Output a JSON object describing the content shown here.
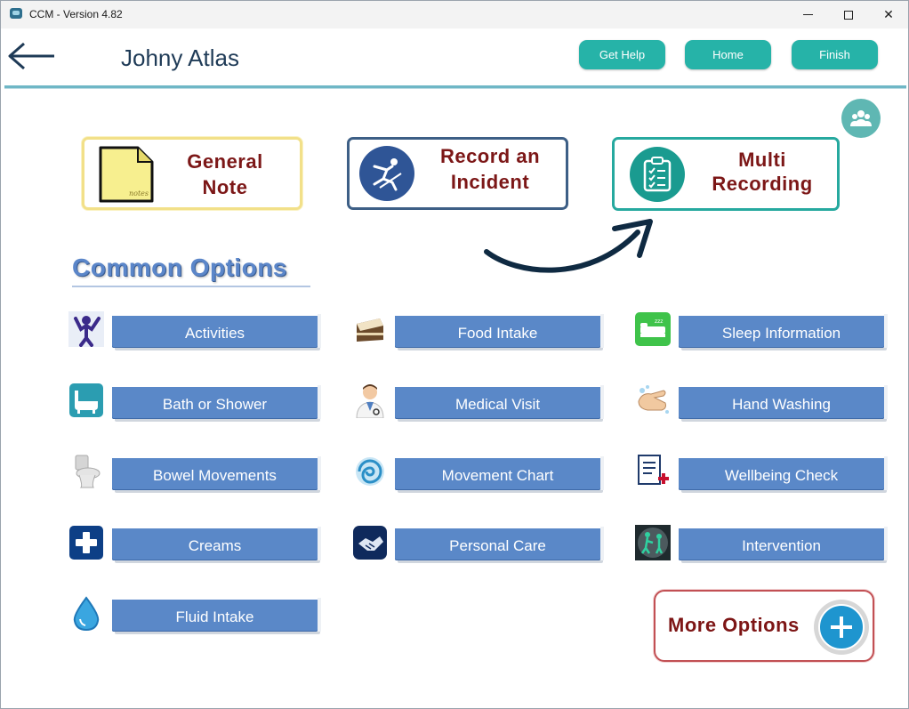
{
  "window": {
    "title": "CCM - Version 4.82",
    "minimize_icon": "minimize-icon",
    "maximize_icon": "maximize-icon",
    "close_glyph": "✕"
  },
  "header": {
    "user_name": "Johny Atlas",
    "buttons": {
      "help": "Get Help",
      "home": "Home",
      "finish": "Finish"
    },
    "accent_color": "#26b3a8"
  },
  "cards": {
    "general_note": {
      "line1": "General",
      "line2": "Note",
      "icon": "notes-icon",
      "graphic_text": "notes"
    },
    "record_incident": {
      "line1": "Record an",
      "line2": "Incident",
      "icon": "falling-person-icon"
    },
    "multi_recording": {
      "line1": "Multi",
      "line2": "Recording",
      "icon": "clipboard-checklist-icon"
    }
  },
  "section_title": "Common Options",
  "options": {
    "col1": [
      {
        "label": "Activities",
        "icon": "activity-person-icon"
      },
      {
        "label": "Bath or Shower",
        "icon": "bathtub-icon"
      },
      {
        "label": "Bowel Movements",
        "icon": "toilet-icon"
      },
      {
        "label": "Creams",
        "icon": "medical-cross-icon"
      },
      {
        "label": "Fluid Intake",
        "icon": "water-drop-icon"
      }
    ],
    "col2": [
      {
        "label": "Food Intake",
        "icon": "cake-icon"
      },
      {
        "label": "Medical Visit",
        "icon": "doctor-icon"
      },
      {
        "label": "Movement Chart",
        "icon": "swirl-icon"
      },
      {
        "label": "Personal Care",
        "icon": "handshake-icon"
      }
    ],
    "col3": [
      {
        "label": "Sleep Information",
        "icon": "bed-icon"
      },
      {
        "label": "Hand Washing",
        "icon": "hand-washing-icon"
      },
      {
        "label": "Wellbeing Check",
        "icon": "checklist-medical-icon"
      },
      {
        "label": "Intervention",
        "icon": "intervention-icon"
      }
    ]
  },
  "more_options": {
    "label": "More Options",
    "icon": "plus-circle-icon"
  },
  "colors": {
    "option_button": "#5a88c8",
    "card_text": "#7c1717",
    "teal": "#26a99f"
  }
}
